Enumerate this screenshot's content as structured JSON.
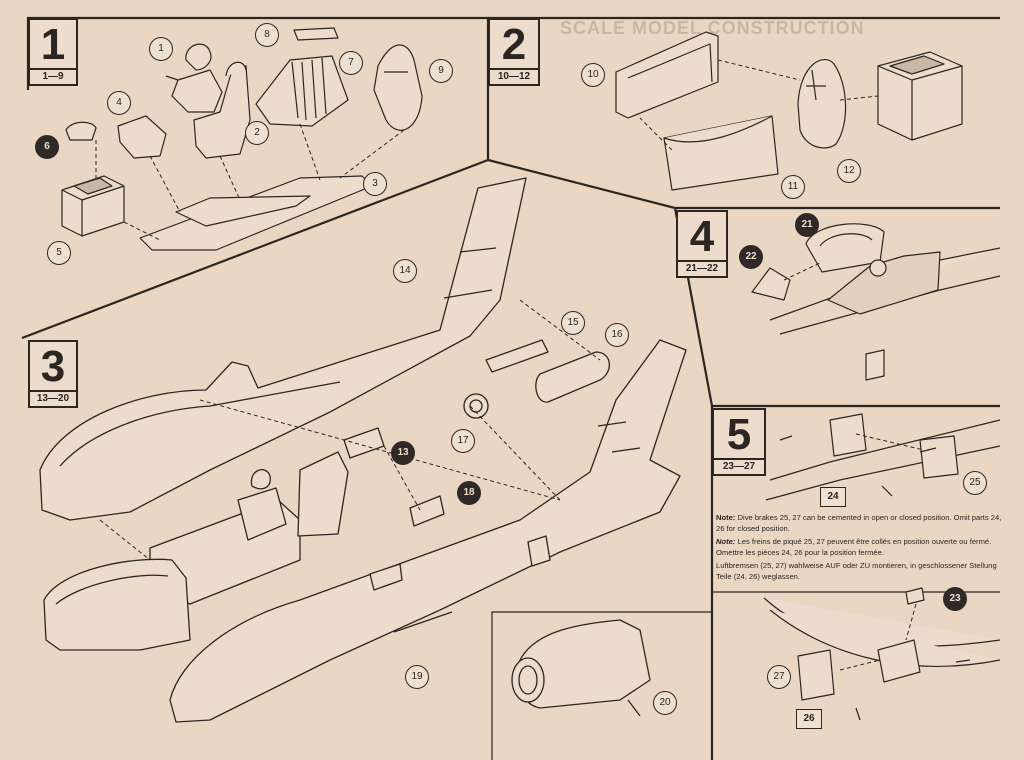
{
  "header": {
    "faded_text": "SCALE MODEL CONSTRUCTION"
  },
  "steps": [
    {
      "num": "1",
      "range": "1—9"
    },
    {
      "num": "2",
      "range": "10—12"
    },
    {
      "num": "3",
      "range": "13—20"
    },
    {
      "num": "4",
      "range": "21—22"
    },
    {
      "num": "5",
      "range": "23—27"
    }
  ],
  "parts": {
    "p1": "1",
    "p2": "2",
    "p3": "3",
    "p4": "4",
    "p5": "5",
    "p6": "6",
    "p7": "7",
    "p8": "8",
    "p9": "9",
    "p10": "10",
    "p11": "11",
    "p12": "12",
    "p13": "13",
    "p14": "14",
    "p15": "15",
    "p16": "16",
    "p17": "17",
    "p18": "18",
    "p19": "19",
    "p20": "20",
    "p21": "21",
    "p22": "22",
    "p23": "23",
    "p24": "24",
    "p25": "25",
    "p26": "26",
    "p27": "27"
  },
  "notes": {
    "en_label": "Note:",
    "en_text": "Dive brakes 25, 27 can be cemented in open or closed position. Omit parts 24, 26 for closed position.",
    "fr_label": "Note:",
    "fr_text": "Les freins de piqué 25, 27 peuvent être collés en position ouverte ou fermé. Omettre les pièces 24, 26 pour la position fermée.",
    "de_text": "Luftbremsen (25, 27) wahlweise AUF oder ZU montieren, in geschlossener Stellung Teile (24, 26) weglassen."
  }
}
